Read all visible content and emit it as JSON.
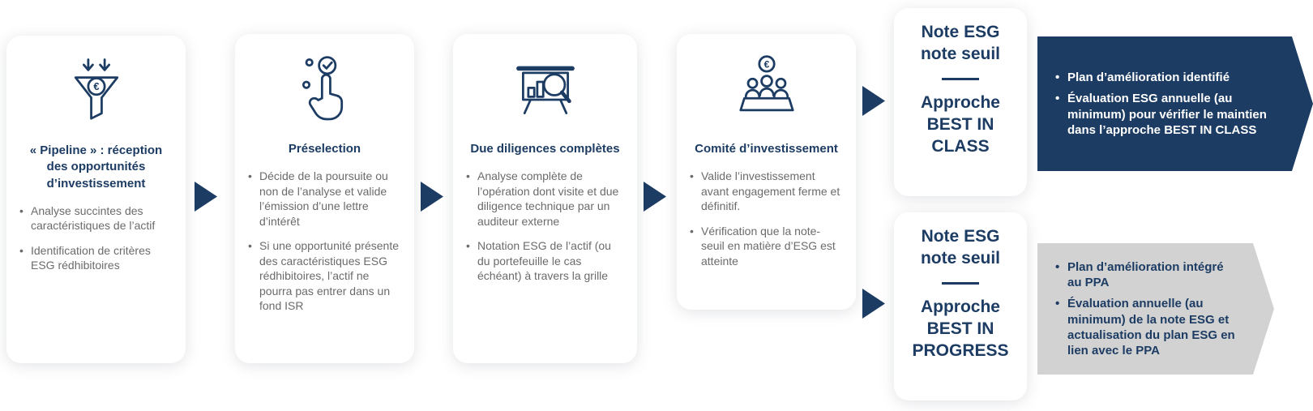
{
  "colors": {
    "navy": "#1d3c63",
    "banner_gray": "#d2d2d2",
    "body_text": "#6b6b6b",
    "background": "#ffffff"
  },
  "icons": {
    "euro": "€"
  },
  "steps": [
    {
      "icon": "funnel-euro-icon",
      "title": "« Pipeline » : réception des opportunités d’investissement",
      "bullets": [
        "Analyse succintes des caractéristiques de l’actif",
        "Identification de critères ESG rédhibitoires"
      ]
    },
    {
      "icon": "click-hand-icon",
      "title": "Préselection",
      "bullets": [
        "Décide de la poursuite ou non de l’analyse et valide l’émission d’une lettre d’intérêt",
        "Si une opportunité présente des caractéristiques ESG rédhibitoires, l’actif ne pourra pas entrer dans un fond ISR"
      ]
    },
    {
      "icon": "presentation-magnifier-icon",
      "title": "Due diligences complètes",
      "bullets": [
        "Analyse complète de l’opération dont visite et due diligence technique par un auditeur externe",
        "Notation ESG de l’actif (ou du portefeuille le cas échéant) à travers la grille"
      ]
    },
    {
      "icon": "committee-euro-icon",
      "title": "Comité d’investissement",
      "bullets": [
        "Valide l’investissement avant engagement ferme et définitif.",
        "Vérification que la note-seuil en matière d’ESG est atteinte"
      ]
    }
  ],
  "outcomes": [
    {
      "score_lines": [
        "Note ESG",
        "note seuil"
      ],
      "approach_lines": [
        "Approche",
        "BEST IN CLASS"
      ],
      "banner": {
        "style": "navy",
        "bullets": [
          "Plan d’amélioration identifié",
          "Évaluation ESG annuelle (au minimum) pour vérifier le maintien dans l’approche BEST IN CLASS"
        ]
      }
    },
    {
      "score_lines": [
        "Note ESG",
        "note seuil"
      ],
      "approach_lines": [
        "Approche",
        "BEST IN PROGRESS"
      ],
      "banner": {
        "style": "gray",
        "bullets": [
          "Plan d’amélioration intégré au PPA",
          "Évaluation annuelle (au minimum) de la note ESG et actualisation du plan ESG en lien avec le PPA"
        ]
      }
    }
  ]
}
